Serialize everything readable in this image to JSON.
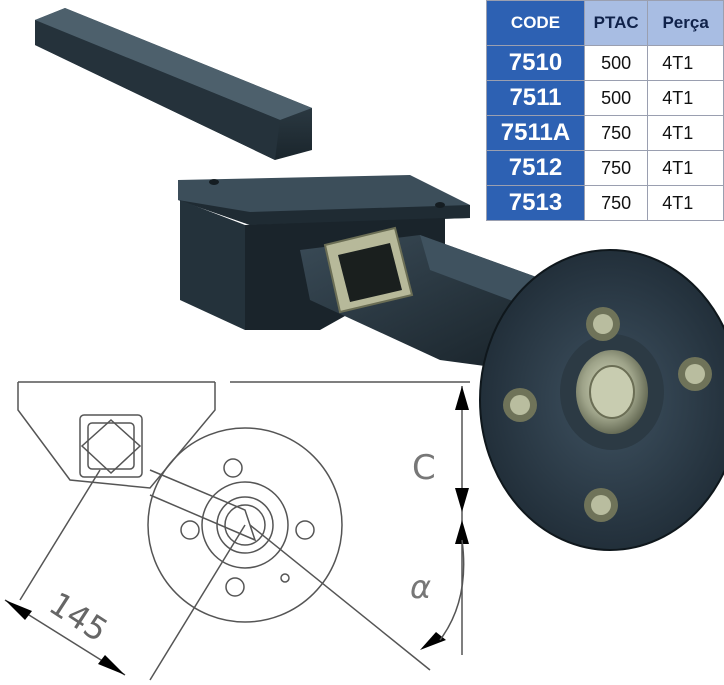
{
  "table": {
    "headers": [
      "CODE",
      "PTAC",
      "Perça"
    ],
    "rows": [
      {
        "code": "7510",
        "ptac": "500",
        "perc": "4T1"
      },
      {
        "code": "7511",
        "ptac": "500",
        "perc": "4T1"
      },
      {
        "code": "7511A",
        "ptac": "750",
        "perc": "4T1"
      },
      {
        "code": "7512",
        "ptac": "750",
        "perc": "4T1"
      },
      {
        "code": "7513",
        "ptac": "750",
        "perc": "4T1"
      }
    ]
  },
  "drawing": {
    "dimension_145": "145",
    "dimension_c": "C",
    "dimension_alpha": "α"
  },
  "colors": {
    "table_header": "#2d61b3",
    "table_header_light": "#a8bde3",
    "axle_dark": "#1f2c35"
  }
}
